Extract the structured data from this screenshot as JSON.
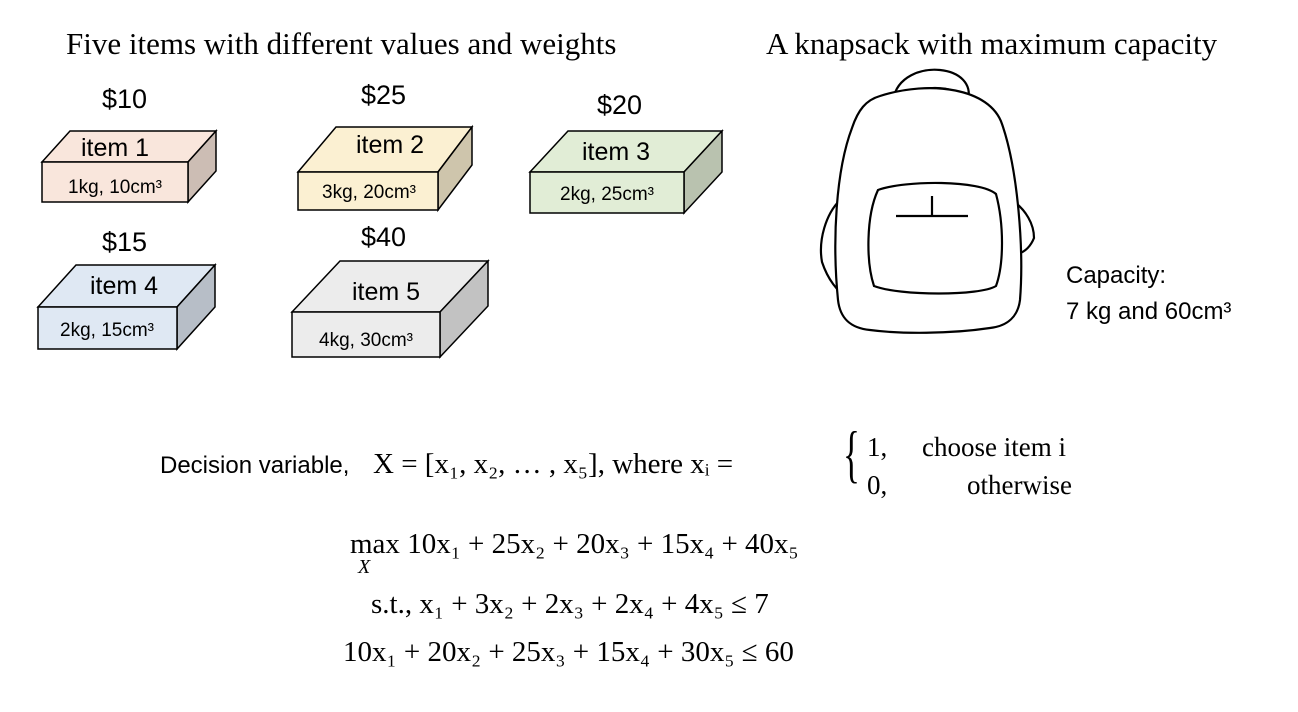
{
  "headings": {
    "items": "Five items with different values and weights",
    "knapsack": "A knapsack with maximum capacity"
  },
  "items": [
    {
      "name": "item 1",
      "price": "$10",
      "spec": "1kg, 10cm³",
      "color": "#f9e6dc"
    },
    {
      "name": "item 2",
      "price": "$25",
      "spec": "3kg, 20cm³",
      "color": "#fbf0d2"
    },
    {
      "name": "item 3",
      "price": "$20",
      "spec": "2kg, 25cm³",
      "color": "#e1edd6"
    },
    {
      "name": "item 4",
      "price": "$15",
      "spec": "2kg, 15cm³",
      "color": "#dfe8f3"
    },
    {
      "name": "item 5",
      "price": "$40",
      "spec": "4kg, 30cm³",
      "color": "#ececec"
    }
  ],
  "capacity": {
    "label": "Capacity:",
    "value": "7 kg and 60cm³"
  },
  "formulation": {
    "decision_lead": "Decision variable, ",
    "decision_vector": "X = [x₁, x₂, … , x₅], where xᵢ =",
    "case_one_value": "1,",
    "case_one_text": "choose item i",
    "case_zero_value": "0,",
    "case_zero_text": "otherwise",
    "max_operator": "max",
    "max_under": "X",
    "objective": "10x₁ + 25x₂ + 20x₃ + 15x₄ + 40x₅",
    "constraint_weight": "s.t., x₁ + 3x₂ + 2x₃ + 2x₄ + 4x₅ ≤ 7",
    "constraint_volume": "10x₁ + 20x₂ + 25x₃ + 15x₄ + 30x₅ ≤ 60"
  }
}
